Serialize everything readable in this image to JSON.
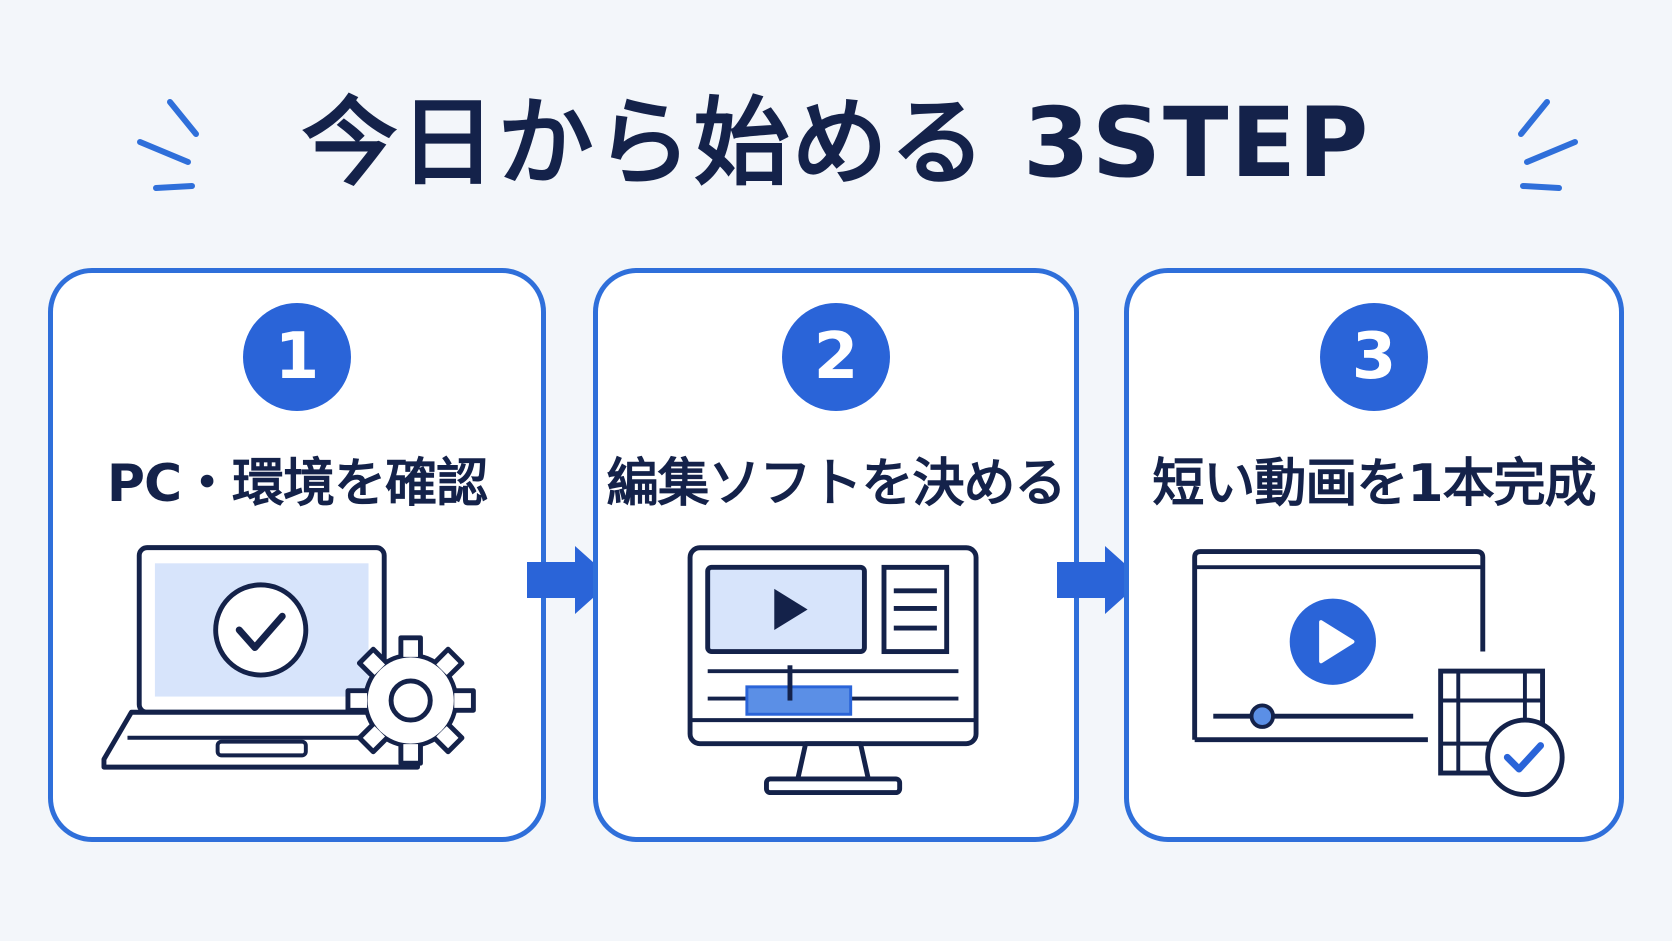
{
  "header": {
    "title": "今日から始める 3STEP"
  },
  "steps": [
    {
      "number": "1",
      "label": "PC・環境を確認",
      "icon": "laptop-check-gear-icon"
    },
    {
      "number": "2",
      "label": "編集ソフトを決める",
      "icon": "monitor-editor-icon"
    },
    {
      "number": "3",
      "label": "短い動画を1本完成",
      "icon": "video-player-complete-icon"
    }
  ],
  "colors": {
    "accent": "#2a64d8",
    "border": "#2f6fda",
    "ink": "#14224a",
    "light_fill": "#d7e4fb",
    "background": "#f3f6fa"
  }
}
